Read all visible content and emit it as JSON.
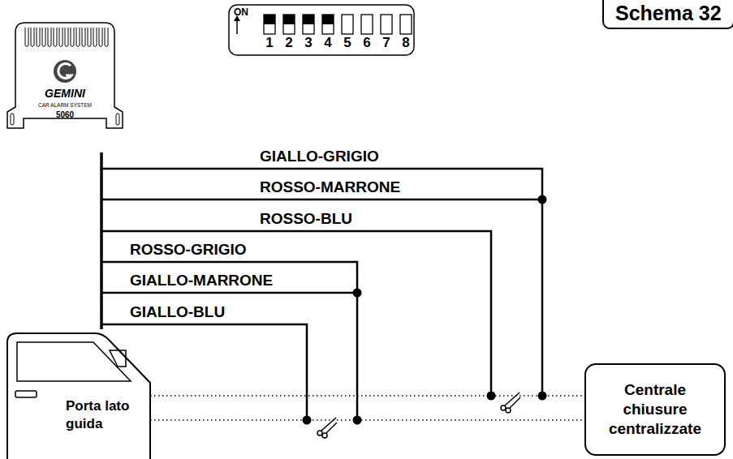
{
  "diagram": {
    "title": "Schema 32",
    "nodes": [
      {
        "text": [
          "GEMINI",
          "CAR ALARM SYSTEM",
          "5060"
        ]
      },
      {
        "text": [
          "Porta lato guida"
        ]
      },
      {
        "text": [
          "Centrale chiusure centralizzate"
        ]
      }
    ],
    "edges": [
      {
        "from": 1,
        "to": 2,
        "arrow": "none"
      },
      {
        "from": 1,
        "to": 2,
        "arrow": "none"
      }
    ],
    "labels": [
      "ON",
      "1",
      "2",
      "3",
      "4",
      "5",
      "6",
      "7",
      "8",
      "GIALLO-GRIGIO",
      "ROSSO-MARRONE",
      "ROSSO-BLU",
      "ROSSO-GRIGIO",
      "GIALLO-MARRONE",
      "GIALLO-BLU"
    ]
  }
}
